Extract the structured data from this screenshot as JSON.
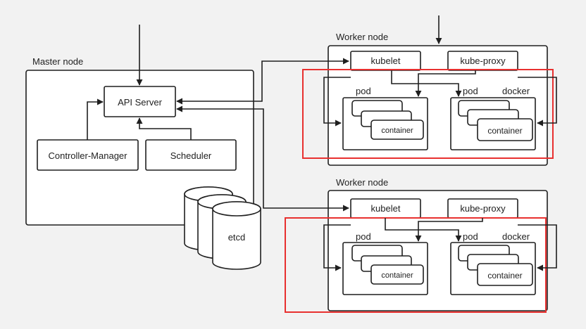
{
  "master": {
    "title": "Master node",
    "api_server": "API Server",
    "controller_manager": "Controller-Manager",
    "scheduler": "Scheduler",
    "etcd": "etcd"
  },
  "workers": [
    {
      "title": "Worker node",
      "kubelet": "kubelet",
      "kube_proxy": "kube-proxy",
      "pod_left": "pod",
      "pod_right": "pod",
      "runtime": "docker",
      "container_left": "container",
      "container_right": "container"
    },
    {
      "title": "Worker node",
      "kubelet": "kubelet",
      "kube_proxy": "kube-proxy",
      "pod_left": "pod",
      "pod_right": "pod",
      "runtime": "docker",
      "container_left": "container",
      "container_right": "container"
    }
  ],
  "colors": {
    "background": "#f2f2f2",
    "stroke": "#1f1f1f",
    "highlight": "#e8302f"
  }
}
